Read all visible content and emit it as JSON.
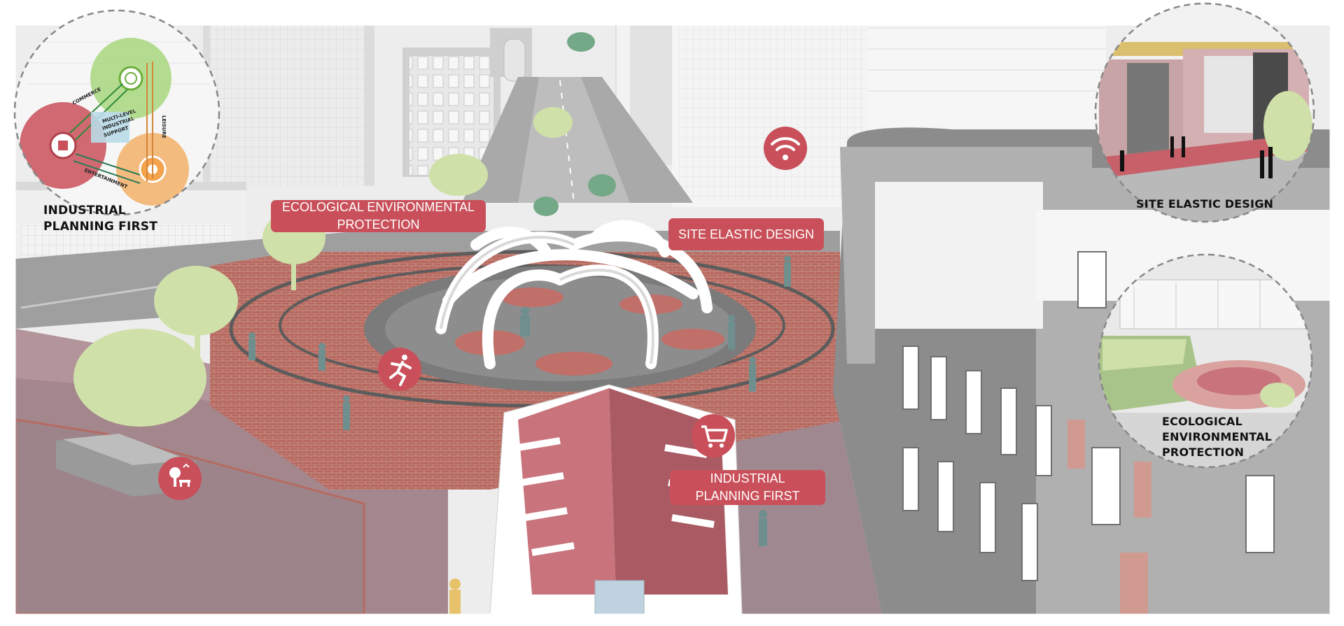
{
  "callouts": {
    "ecological": {
      "line1": "ECOLOGICAL ENVIRONMENTAL",
      "line2": "PROTECTION"
    },
    "site_elastic": {
      "line1": "SITE ELASTIC DESIGN"
    },
    "industrial": {
      "line1": "INDUSTRIAL",
      "line2": "PLANNING FIRST"
    }
  },
  "detail_circles": {
    "top_left": {
      "line1": "INDUSTRIAL",
      "line2": "PLANNING FIRST"
    },
    "top_right": {
      "line1": "SITE ELASTIC DESIGN"
    },
    "middle_right": {
      "line1": "ECOLOGICAL",
      "line2": "ENVIRONMENTAL",
      "line3": "PROTECTION"
    }
  },
  "industry_diagram": {
    "commerce": "COMMERCE",
    "leisure": "LEISURE",
    "support": {
      "line1": "MULTI-LEVEL",
      "line2": "INDUSTRIAL",
      "line3": "SUPPORT"
    },
    "entertainment": "ENTERTAINMENT"
  },
  "icons": [
    "wifi-icon",
    "running-person-icon",
    "shopping-cart-icon",
    "tree-bench-icon"
  ],
  "colors": {
    "accent_red": "#c9505a",
    "paving_red": "#b5675f",
    "plaza_mauve": "#a4868d",
    "building_gray": "#8c8c8c",
    "tree_green": "#cfe0a8",
    "commerce_green": "#9ed36e",
    "leisure_orange": "#f4a24b"
  }
}
